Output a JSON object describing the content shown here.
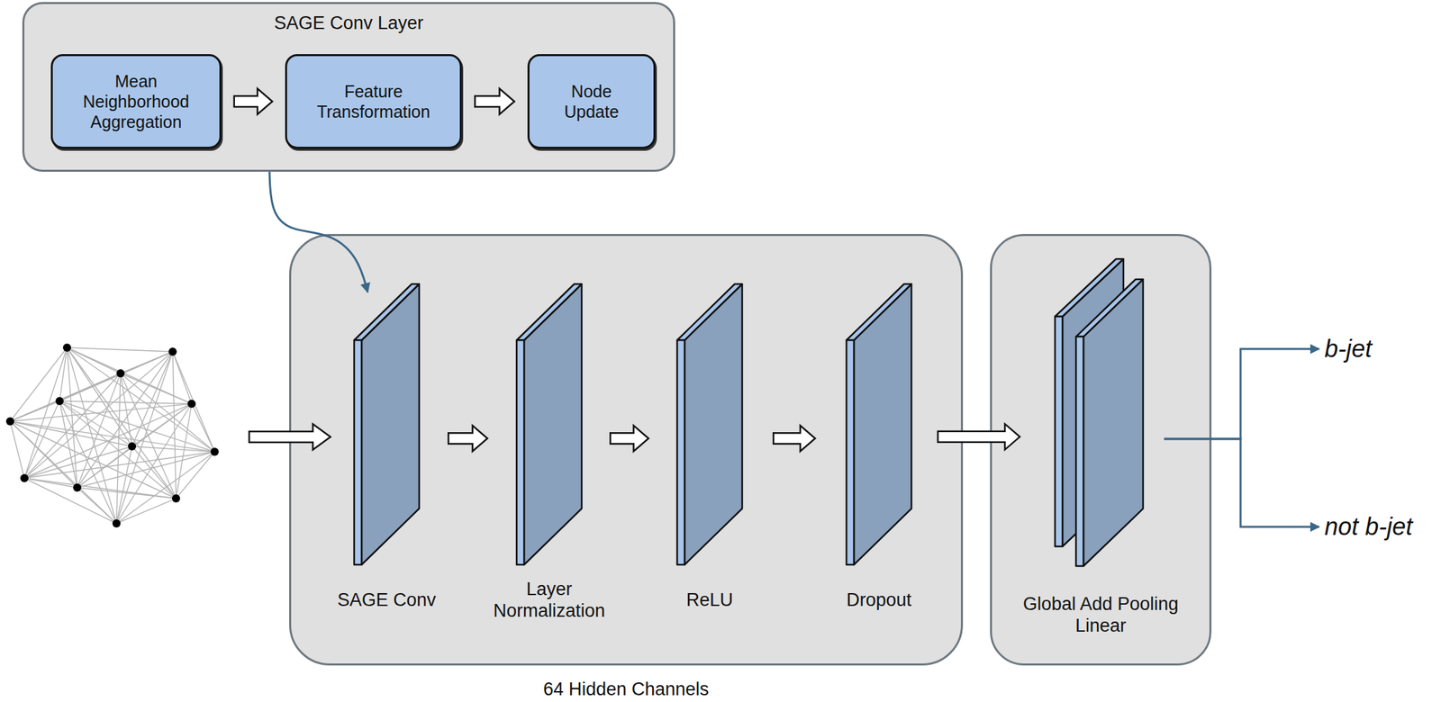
{
  "diagram": {
    "nodes": [
      {
        "text": [
          "SAGE Conv Layer"
        ]
      },
      {
        "text": [
          "Mean Neighborhood Aggregation"
        ],
        "in": 0
      },
      {
        "text": [
          "Feature Transformation"
        ],
        "in": 0
      },
      {
        "text": [
          "Node Update"
        ],
        "in": 0
      },
      {
        "text": [
          "64 Hidden Channels"
        ]
      },
      {
        "text": [
          "SAGE Conv"
        ],
        "in": 4
      },
      {
        "text": [
          "Layer Normalization"
        ],
        "in": 4
      },
      {
        "text": [
          "ReLU"
        ],
        "in": 4
      },
      {
        "text": [
          "Dropout"
        ],
        "in": 4
      },
      {
        "text": [
          "Global Add Pooling Linear"
        ]
      },
      {
        "text": [
          "b-jet"
        ]
      },
      {
        "text": [
          "not b-jet"
        ]
      }
    ],
    "edges": [
      {
        "from": 1,
        "to": 2,
        "arrow": "to"
      },
      {
        "from": 2,
        "to": 3,
        "arrow": "to"
      },
      {
        "from": 0,
        "to": 5,
        "arrow": "to"
      },
      {
        "from": 5,
        "to": 6,
        "arrow": "to"
      },
      {
        "from": 6,
        "to": 7,
        "arrow": "to"
      },
      {
        "from": 7,
        "to": 8,
        "arrow": "to"
      },
      {
        "from": 4,
        "to": 9,
        "arrow": "to"
      },
      {
        "from": 9,
        "to": 10,
        "arrow": "to"
      },
      {
        "from": 9,
        "to": 11,
        "arrow": "to"
      }
    ]
  }
}
